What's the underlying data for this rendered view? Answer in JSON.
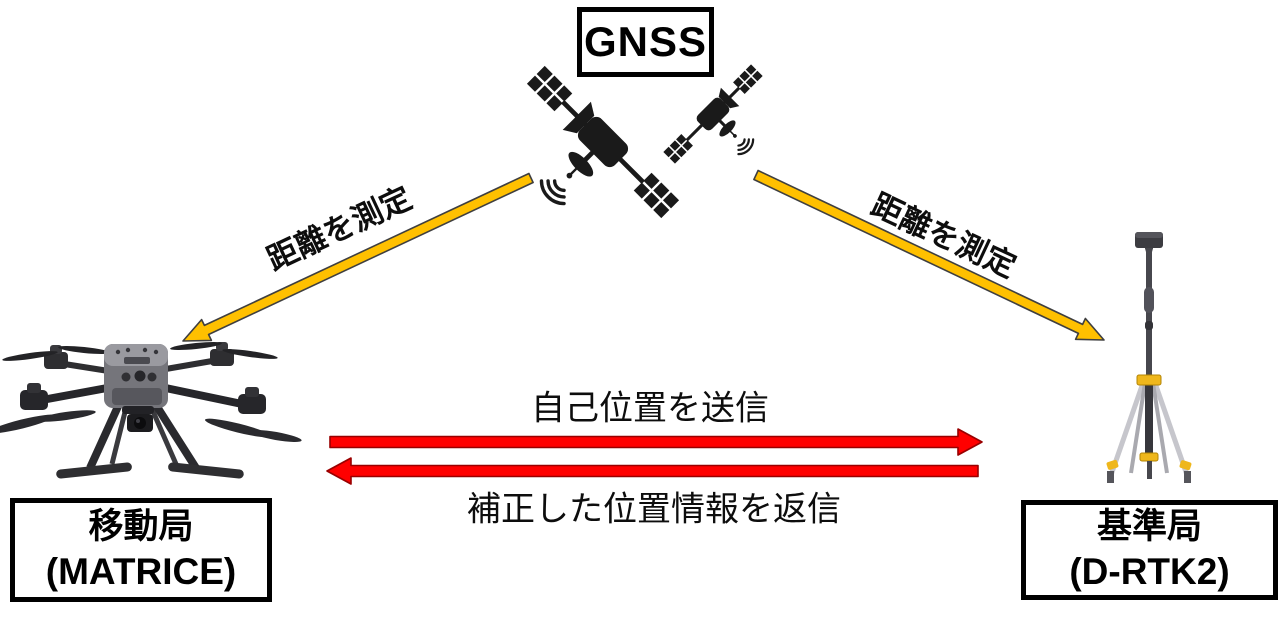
{
  "colors": {
    "satellite_arrow": "#FFC000",
    "satellite_arrow_outline": "#3F3F3F",
    "data_arrow": "#FF0000",
    "data_arrow_outline": "#990000",
    "icon_black": "#1A1A1A"
  },
  "gnss": {
    "label": "GNSS"
  },
  "links": {
    "measure_left": "距離を測定",
    "measure_right": "距離を測定",
    "send": "自己位置を送信",
    "return": "補正した位置情報を返信"
  },
  "rover": {
    "title": "移動局",
    "subtitle": "(MATRICE)"
  },
  "base_station": {
    "title": "基準局",
    "subtitle": "(D-RTK2)"
  }
}
